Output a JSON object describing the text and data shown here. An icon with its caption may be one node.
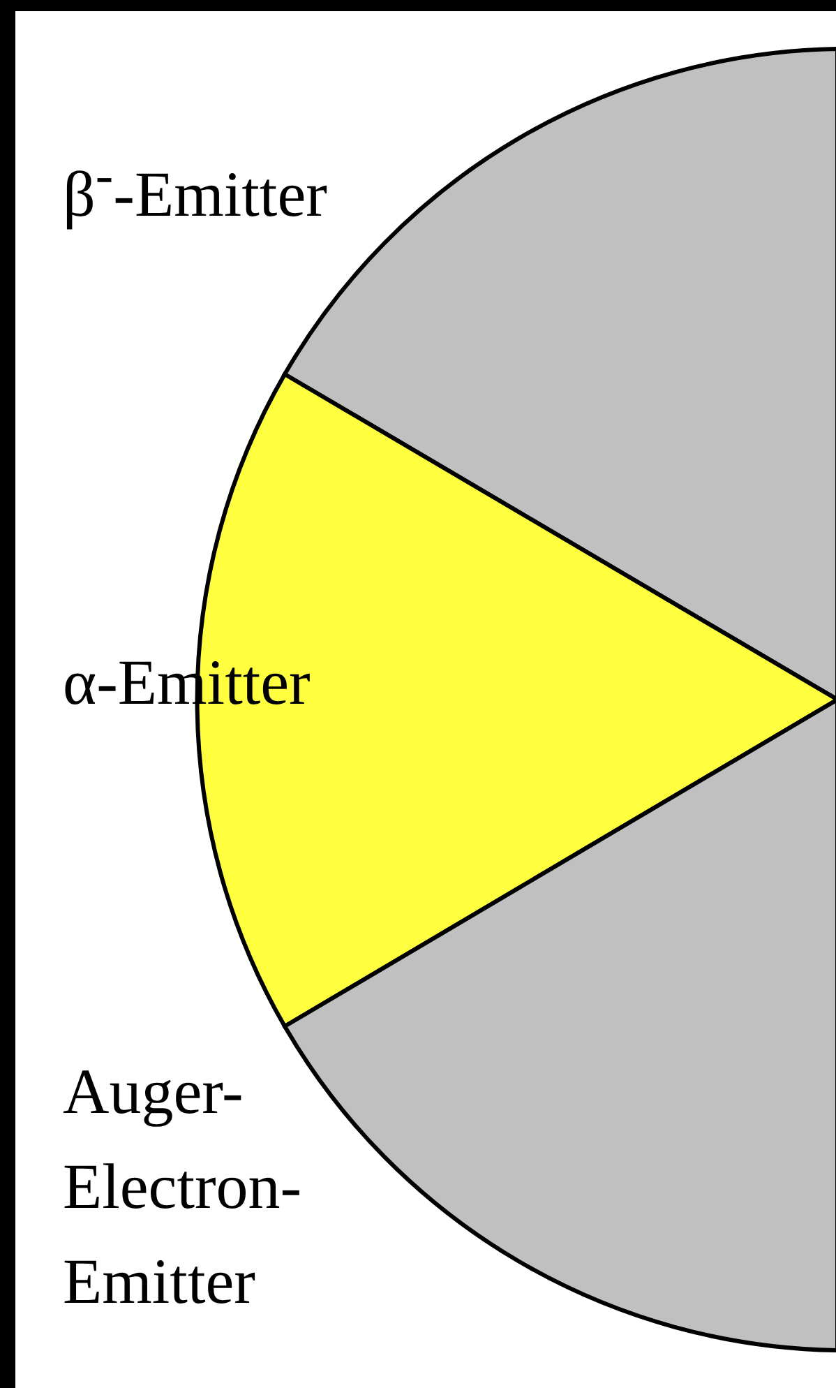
{
  "diagram": {
    "labels": [
      "β$^{-}$-Emitter",
      "α-Emitter",
      "Auger-Electron-Emitter"
    ]
  }
}
